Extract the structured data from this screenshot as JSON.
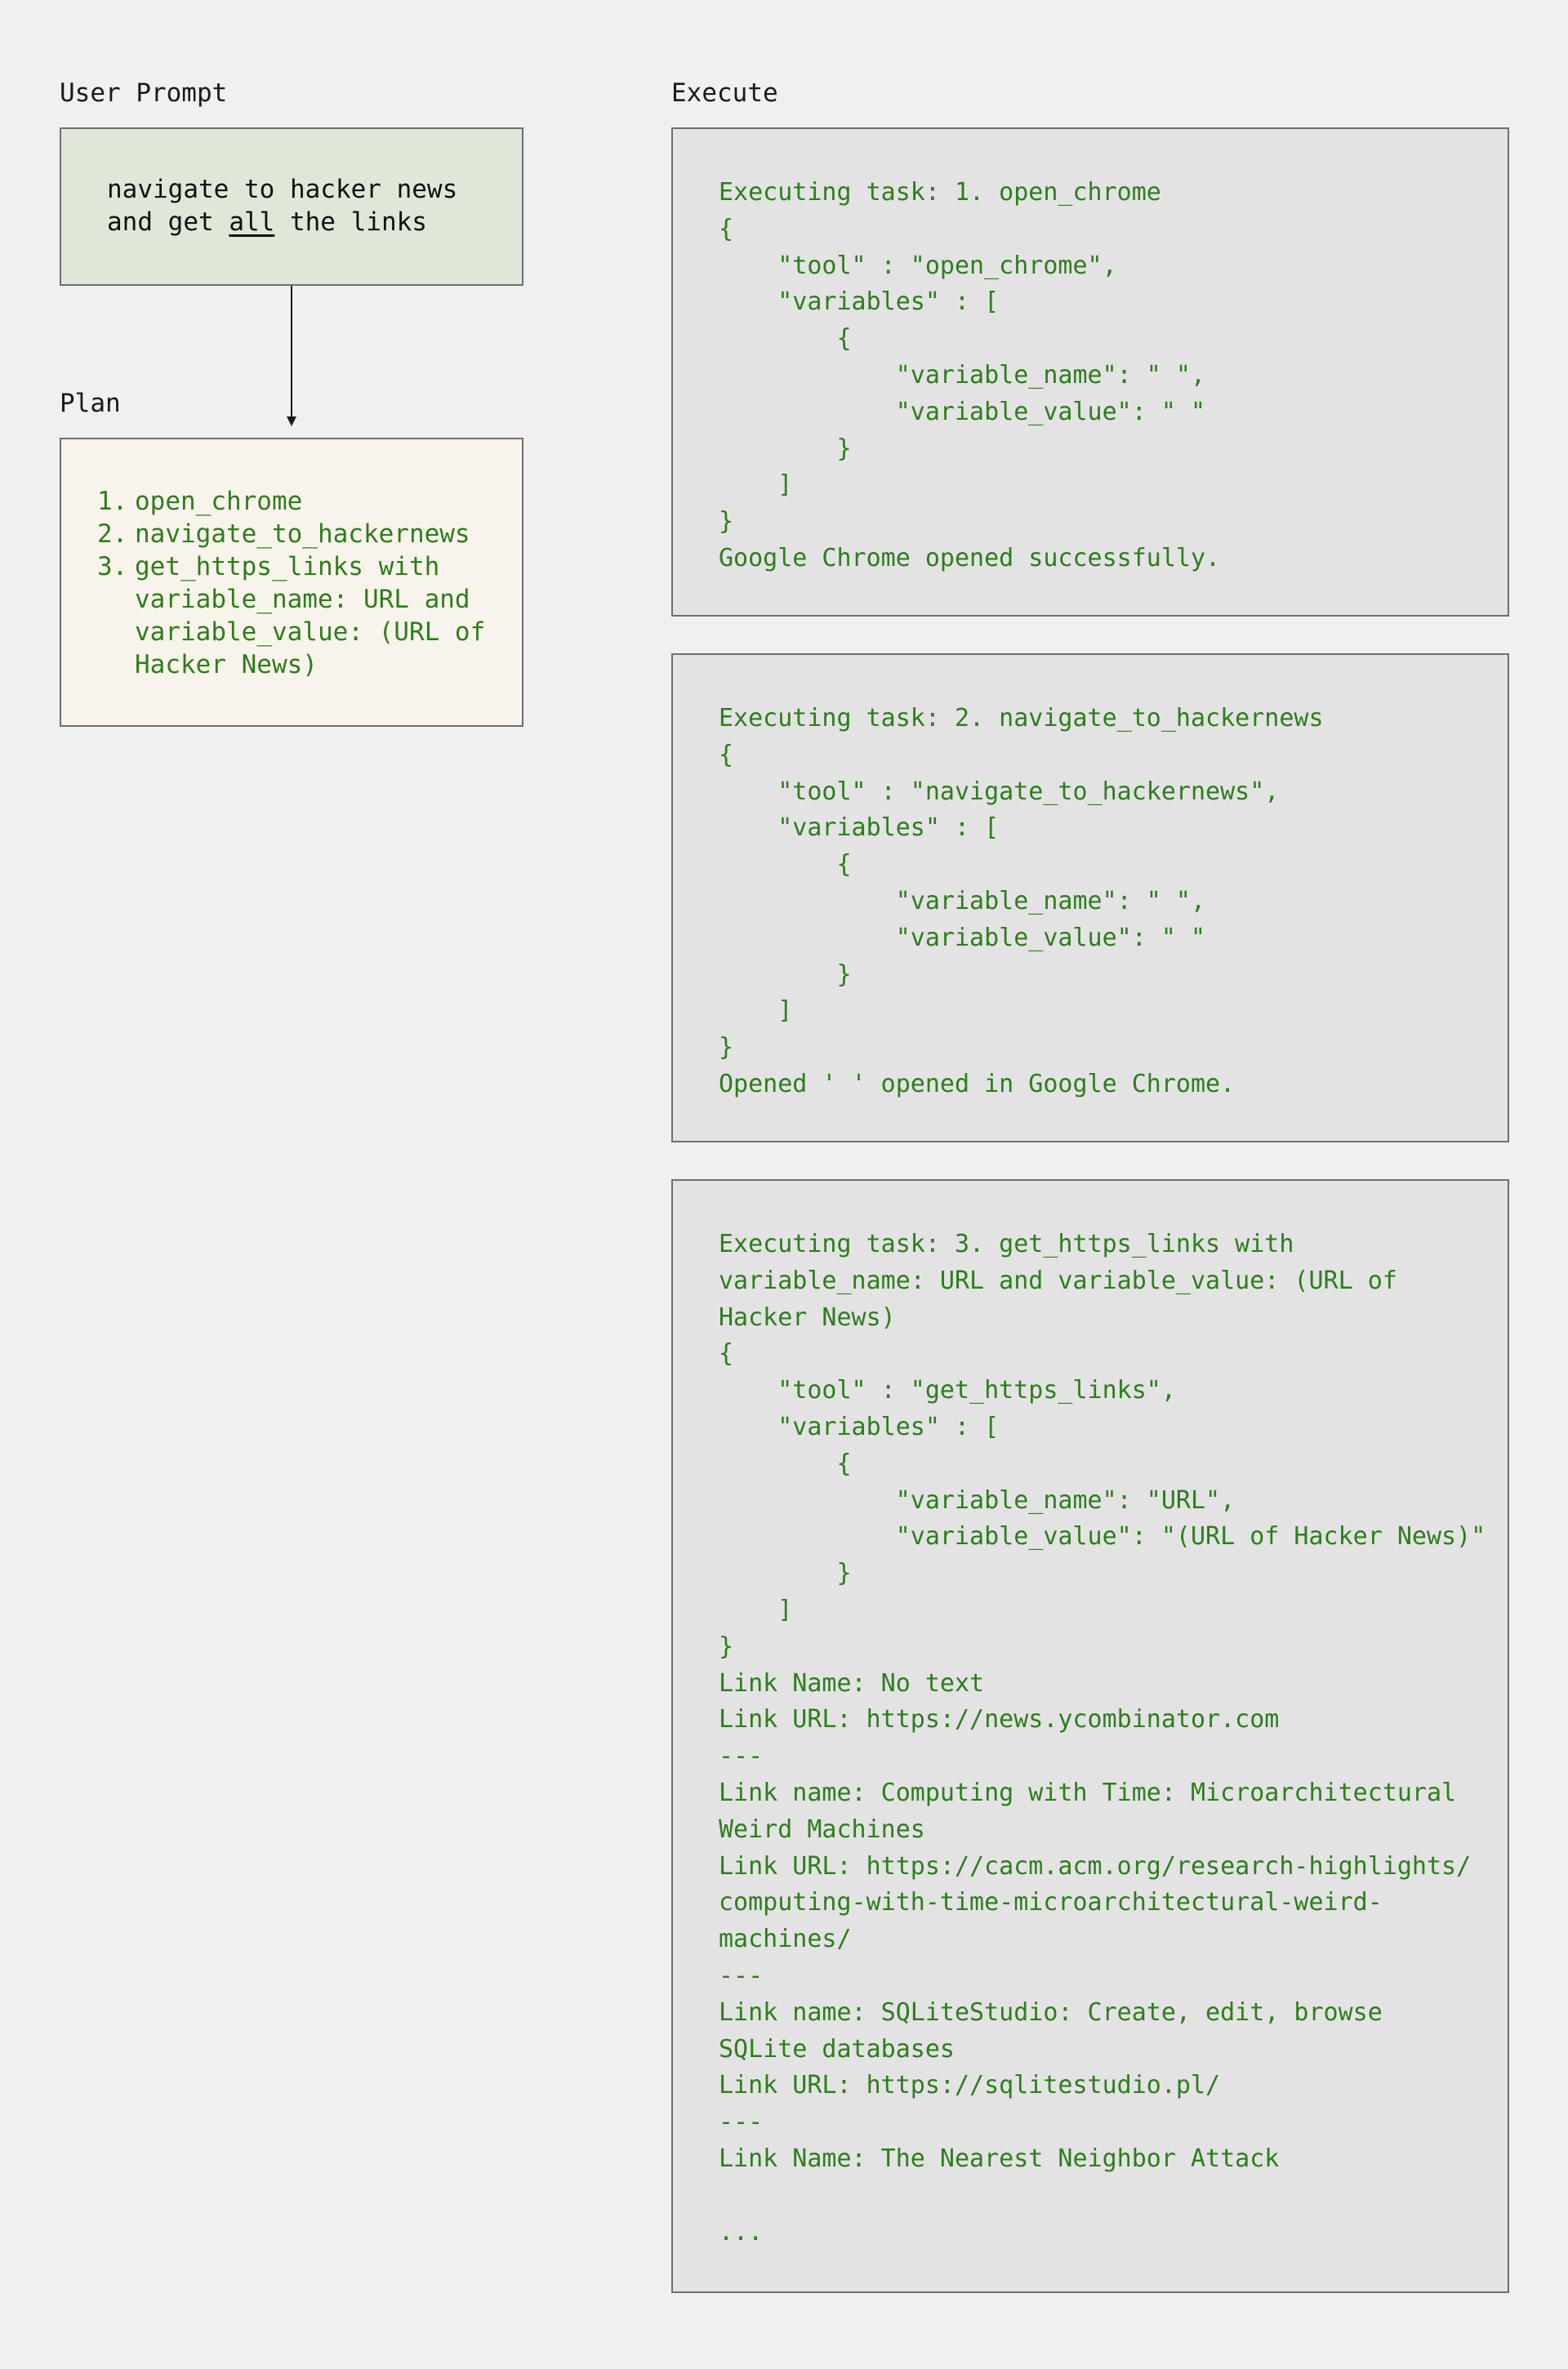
{
  "labels": {
    "user_prompt": "User Prompt",
    "plan": "Plan",
    "execute": "Execute"
  },
  "prompt": {
    "line1": "navigate to hacker news",
    "line2_pre": "and get ",
    "line2_emph": "all",
    "line2_post": " the links"
  },
  "plan": {
    "items": [
      {
        "num": "1.",
        "text": "open_chrome"
      },
      {
        "num": "2.",
        "text": "navigate_to_hackernews"
      },
      {
        "num": "3.",
        "text": "get_https_links with\nvariable_name: URL and\nvariable_value: (URL of\nHacker News)"
      }
    ]
  },
  "execute": {
    "blocks": [
      {
        "text": "Executing task: 1. open_chrome\n{\n    \"tool\" : \"open_chrome\",\n    \"variables\" : [\n        {\n            \"variable_name\": \" \",\n            \"variable_value\": \" \"\n        }\n    ]\n}\nGoogle Chrome opened successfully."
      },
      {
        "text": "Executing task: 2. navigate_to_hackernews\n{\n    \"tool\" : \"navigate_to_hackernews\",\n    \"variables\" : [\n        {\n            \"variable_name\": \" \",\n            \"variable_value\": \" \"\n        }\n    ]\n}\nOpened ' ' opened in Google Chrome."
      },
      {
        "text": "Executing task: 3. get_https_links with\nvariable_name: URL and variable_value: (URL of\nHacker News)\n{\n    \"tool\" : \"get_https_links\",\n    \"variables\" : [\n        {\n            \"variable_name\": \"URL\",\n            \"variable_value\": \"(URL of Hacker News)\"\n        }\n    ]\n}\nLink Name: No text\nLink URL: https://news.ycombinator.com\n---\nLink name: Computing with Time: Microarchitectural\nWeird Machines\nLink URL: https://cacm.acm.org/research-highlights/\ncomputing-with-time-microarchitectural-weird-\nmachines/\n---\nLink name: SQLiteStudio: Create, edit, browse\nSQLite databases\nLink URL: https://sqlitestudio.pl/\n---\nLink Name: The Nearest Neighbor Attack\n\n..."
      }
    ]
  },
  "colors": {
    "background": "#f0f0f0",
    "prompt_box": "#dfe8d8",
    "plan_box": "#f9f4eb",
    "execute_box": "#e3e3e3",
    "accent_text": "#2e7d1e",
    "border": "#6f6f6f"
  }
}
